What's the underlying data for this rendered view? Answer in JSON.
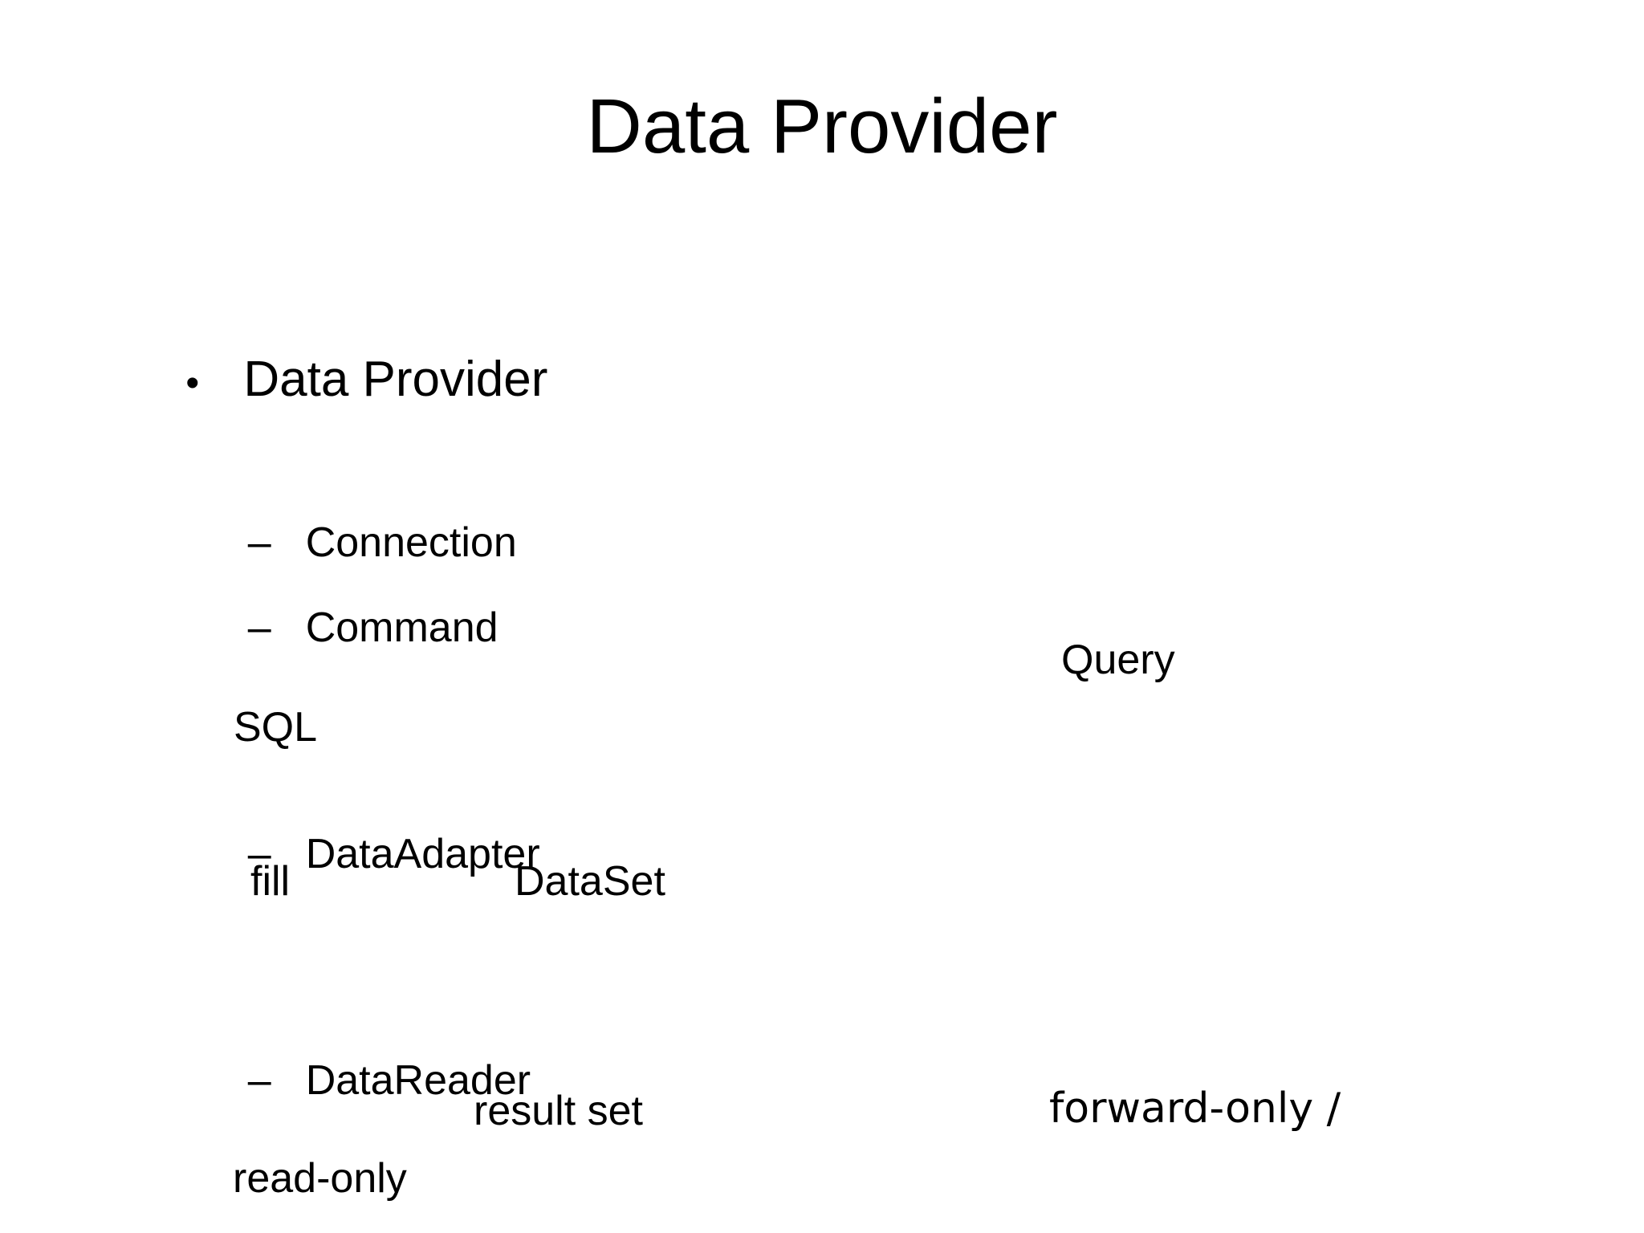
{
  "slide": {
    "title": "Data Provider",
    "background_color": "#ffffff",
    "text_color": "#000000"
  },
  "body": {
    "level1": [
      {
        "bullet_glyph": "•",
        "text": "Data Provider"
      }
    ],
    "level2": [
      {
        "dash_glyph": "–",
        "text": "Connection"
      },
      {
        "dash_glyph": "–",
        "text": "Command"
      },
      {
        "dash_glyph": "–",
        "text": "DataAdapter"
      },
      {
        "dash_glyph": "–",
        "text": "DataReader"
      }
    ],
    "fragments": [
      {
        "id": "query",
        "text": "Query"
      },
      {
        "id": "sql",
        "text": "SQL"
      },
      {
        "id": "fill",
        "text": "fill"
      },
      {
        "id": "dataset",
        "text": "DataSet"
      },
      {
        "id": "result-set",
        "text": "result set"
      },
      {
        "id": "forward-only",
        "text": "forward-only /"
      },
      {
        "id": "read-only",
        "text": "read-only"
      }
    ]
  }
}
